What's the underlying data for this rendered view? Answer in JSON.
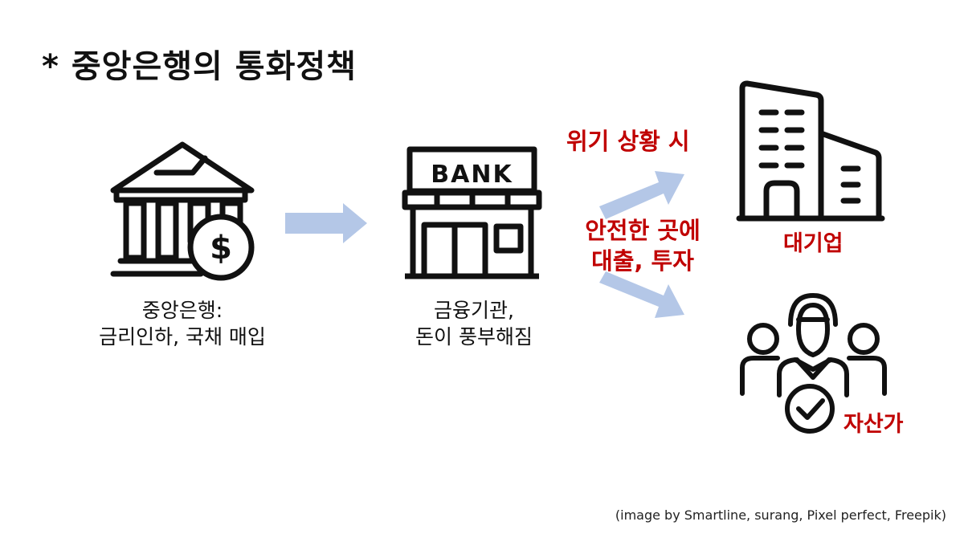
{
  "title": "* 중앙은행의 통화정책",
  "central_bank": {
    "line1": "중앙은행:",
    "line2": "금리인하, 국채 매입",
    "currency_symbol": "$"
  },
  "bank": {
    "sign": "BANK",
    "line1": "금융기관,",
    "line2": "돈이 풍부해짐"
  },
  "crisis_label": "위기 상황 시",
  "safe_lending": {
    "line1": "안전한 곳에",
    "line2": "대출, 투자"
  },
  "corporation_label": "대기업",
  "investors_label": "자산가",
  "credit": "(image by Smartline, surang, Pixel perfect, Freepik)",
  "colors": {
    "accent_red": "#c00000",
    "arrow_blue": "#b4c7e7",
    "icon": "#111111"
  }
}
